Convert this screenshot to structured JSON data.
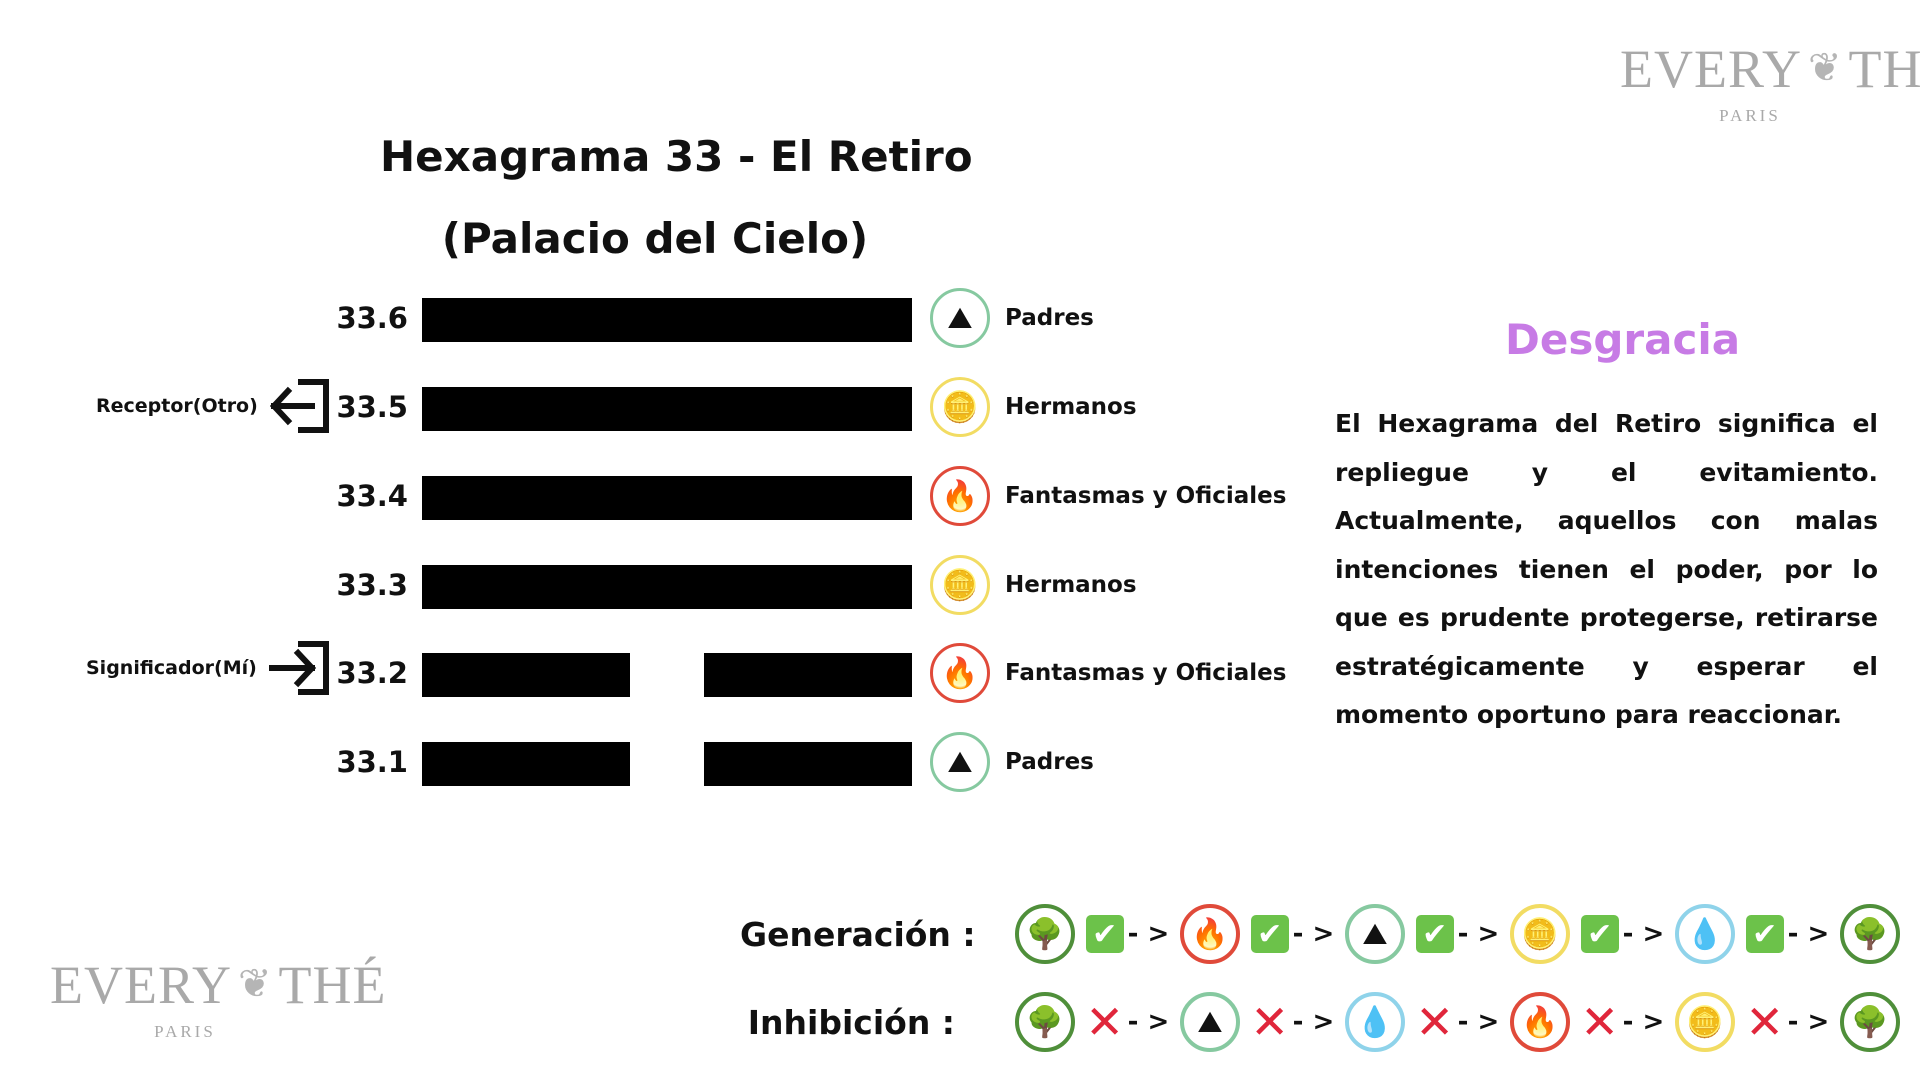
{
  "logo": {
    "word_left": "EVERY",
    "word_right": "THÉ",
    "sub": "PARIS"
  },
  "title": {
    "line1": "Hexagrama 33 - El Retiro",
    "line2": "(Palacio del Cielo)"
  },
  "lines": [
    {
      "num": "33.6",
      "type": "yang",
      "element": "mountain",
      "label": "Padres"
    },
    {
      "num": "33.5",
      "type": "yang",
      "element": "gold",
      "label": "Hermanos"
    },
    {
      "num": "33.4",
      "type": "yang",
      "element": "fire",
      "label": "Fantasmas y Oficiales"
    },
    {
      "num": "33.3",
      "type": "yang",
      "element": "gold",
      "label": "Hermanos"
    },
    {
      "num": "33.2",
      "type": "yin",
      "element": "fire",
      "label": "Fantasmas y Oficiales"
    },
    {
      "num": "33.1",
      "type": "yin",
      "element": "mountain",
      "label": "Padres"
    }
  ],
  "markers": {
    "receptor": {
      "label": "Receptor(Otro)",
      "icon": "exit-arrow-icon"
    },
    "significador": {
      "label": "Significador(Mí)",
      "icon": "enter-arrow-icon"
    }
  },
  "fortune": {
    "label": "Desgracia",
    "color": "#c77be5"
  },
  "description": "El Hexagrama del Retiro significa el repliegue y el evitamiento. Actualmente, aquellos con malas intenciones tienen el poder, por lo que es prudente protegerse, retirarse estratégicamente y esperar el momento oportuno para reaccionar.",
  "cycles": {
    "generation": {
      "label": "Generación :",
      "sequence": [
        "wood",
        "fire",
        "mountain",
        "gold",
        "water",
        "wood"
      ],
      "mark": "check"
    },
    "inhibition": {
      "label": "Inhibición :",
      "sequence": [
        "wood",
        "mountain",
        "water",
        "fire",
        "gold",
        "wood"
      ],
      "mark": "cross"
    },
    "arrow": "- >"
  },
  "elements": {
    "wood": {
      "glyph": "🌳",
      "color": "#4f8f3a"
    },
    "fire": {
      "glyph": "🔥",
      "color": "#e04a3a"
    },
    "mountain": {
      "glyph": "⛰",
      "color": "#86c9a0"
    },
    "gold": {
      "glyph": "🪙",
      "color": "#f2dc63"
    },
    "water": {
      "glyph": "💧",
      "color": "#8fd3ea"
    }
  },
  "marks": {
    "check": "✔",
    "cross": "✕"
  }
}
